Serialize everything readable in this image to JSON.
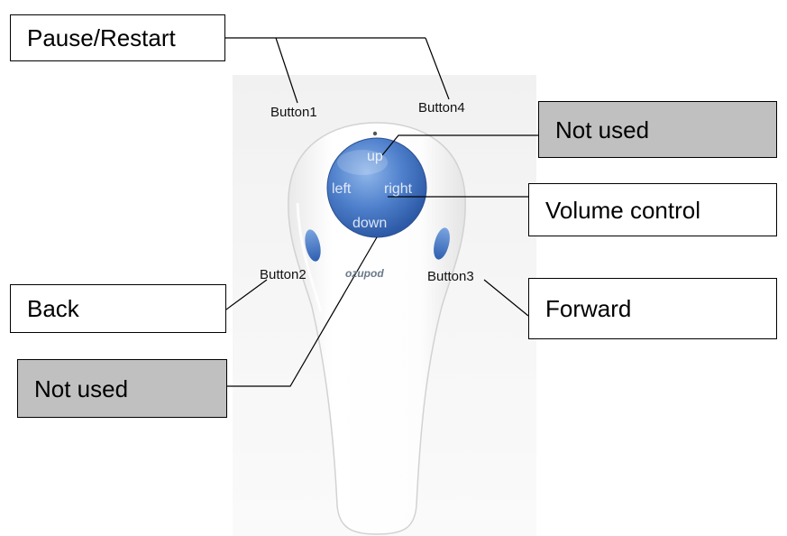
{
  "callouts": {
    "pause_restart": "Pause/Restart",
    "not_used_top": "Not used",
    "volume_control": "Volume control",
    "back": "Back",
    "forward": "Forward",
    "not_used_bottom": "Not used"
  },
  "remote": {
    "button1": "Button1",
    "button2": "Button2",
    "button3": "Button3",
    "button4": "Button4",
    "dpad": {
      "up": "up",
      "down": "down",
      "left": "left",
      "right": "right"
    },
    "brand": "ozupod"
  }
}
